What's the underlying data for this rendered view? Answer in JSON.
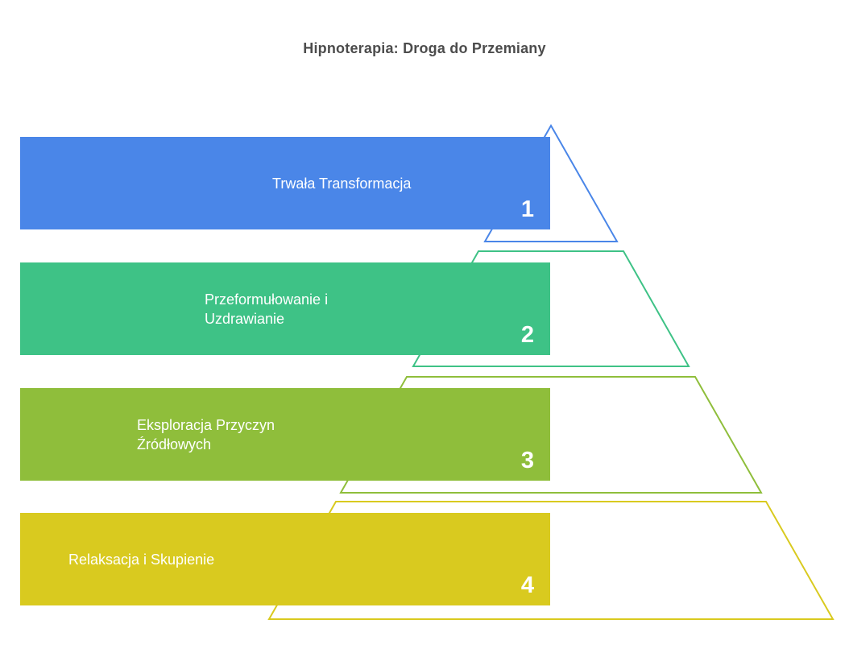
{
  "chart_data": {
    "type": "pyramid",
    "title": "Hipnoterapia: Droga do Przemiany",
    "direction": "top-to-bottom",
    "levels": [
      {
        "number": "1",
        "label": "Trwała Transformacja",
        "lines": [
          "Trwała Transformacja"
        ],
        "color": "#4a86e8"
      },
      {
        "number": "2",
        "label": "Przeformułowanie i Uzdrawianie",
        "lines": [
          "Przeformułowanie i",
          "Uzdrawianie"
        ],
        "color": "#3ec286"
      },
      {
        "number": "3",
        "label": "Eksploracja Przyczyn Źródłowych",
        "lines": [
          "Eksploracja Przyczyn",
          "Źródłowych"
        ],
        "color": "#8fbe3b"
      },
      {
        "number": "4",
        "label": "Relaksacja i Skupienie",
        "lines": [
          "Relaksacja i Skupienie"
        ],
        "color": "#d9ca1f"
      }
    ],
    "colors": {
      "title_text": "#4c4c4c",
      "bar_text": "#ffffff",
      "background": "#ffffff"
    }
  }
}
